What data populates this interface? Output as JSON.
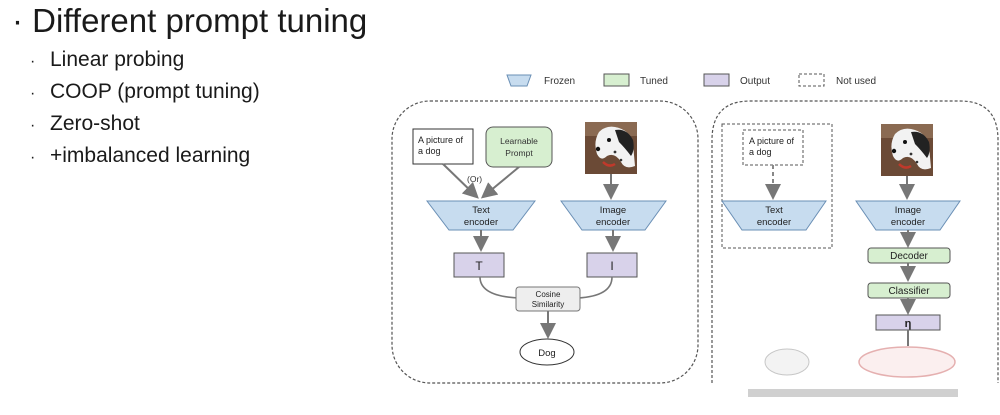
{
  "slide": {
    "bullet_glyph": "·",
    "title": "Different prompt tuning",
    "bullets": [
      "Linear probing",
      "COOP (prompt tuning)",
      "Zero-shot",
      "+imbalanced learning"
    ]
  },
  "legend": {
    "frozen": "Frozen",
    "tuned": "Tuned",
    "output": "Output",
    "not_used": "Not used"
  },
  "left_panel": {
    "text_box_line1": "A picture of",
    "text_box_line2": "a dog",
    "learnable_line1": "Learnable",
    "learnable_line2": "Prompt",
    "or_label": "(Or)",
    "text_encoder_line1": "Text",
    "text_encoder_line2": "encoder",
    "image_encoder_line1": "Image",
    "image_encoder_line2": "encoder",
    "t_label": "T",
    "i_label": "I",
    "cosine_line1": "Cosine",
    "cosine_line2": "Similarity",
    "output_label": "Dog"
  },
  "right_panel": {
    "text_box_line1": "A picture of",
    "text_box_line2": "a dog",
    "text_encoder_line1": "Text",
    "text_encoder_line2": "encoder",
    "image_encoder_line1": "Image",
    "image_encoder_line2": "encoder",
    "decoder_label": "Decoder",
    "classifier_label": "Classifier",
    "output_label": "η"
  },
  "colors": {
    "frozen_fill": "#c7dcef",
    "tuned_fill": "#d7efd0",
    "output_fill": "#d8d2ea",
    "panel_border": "#555555",
    "arrow": "#777777"
  }
}
